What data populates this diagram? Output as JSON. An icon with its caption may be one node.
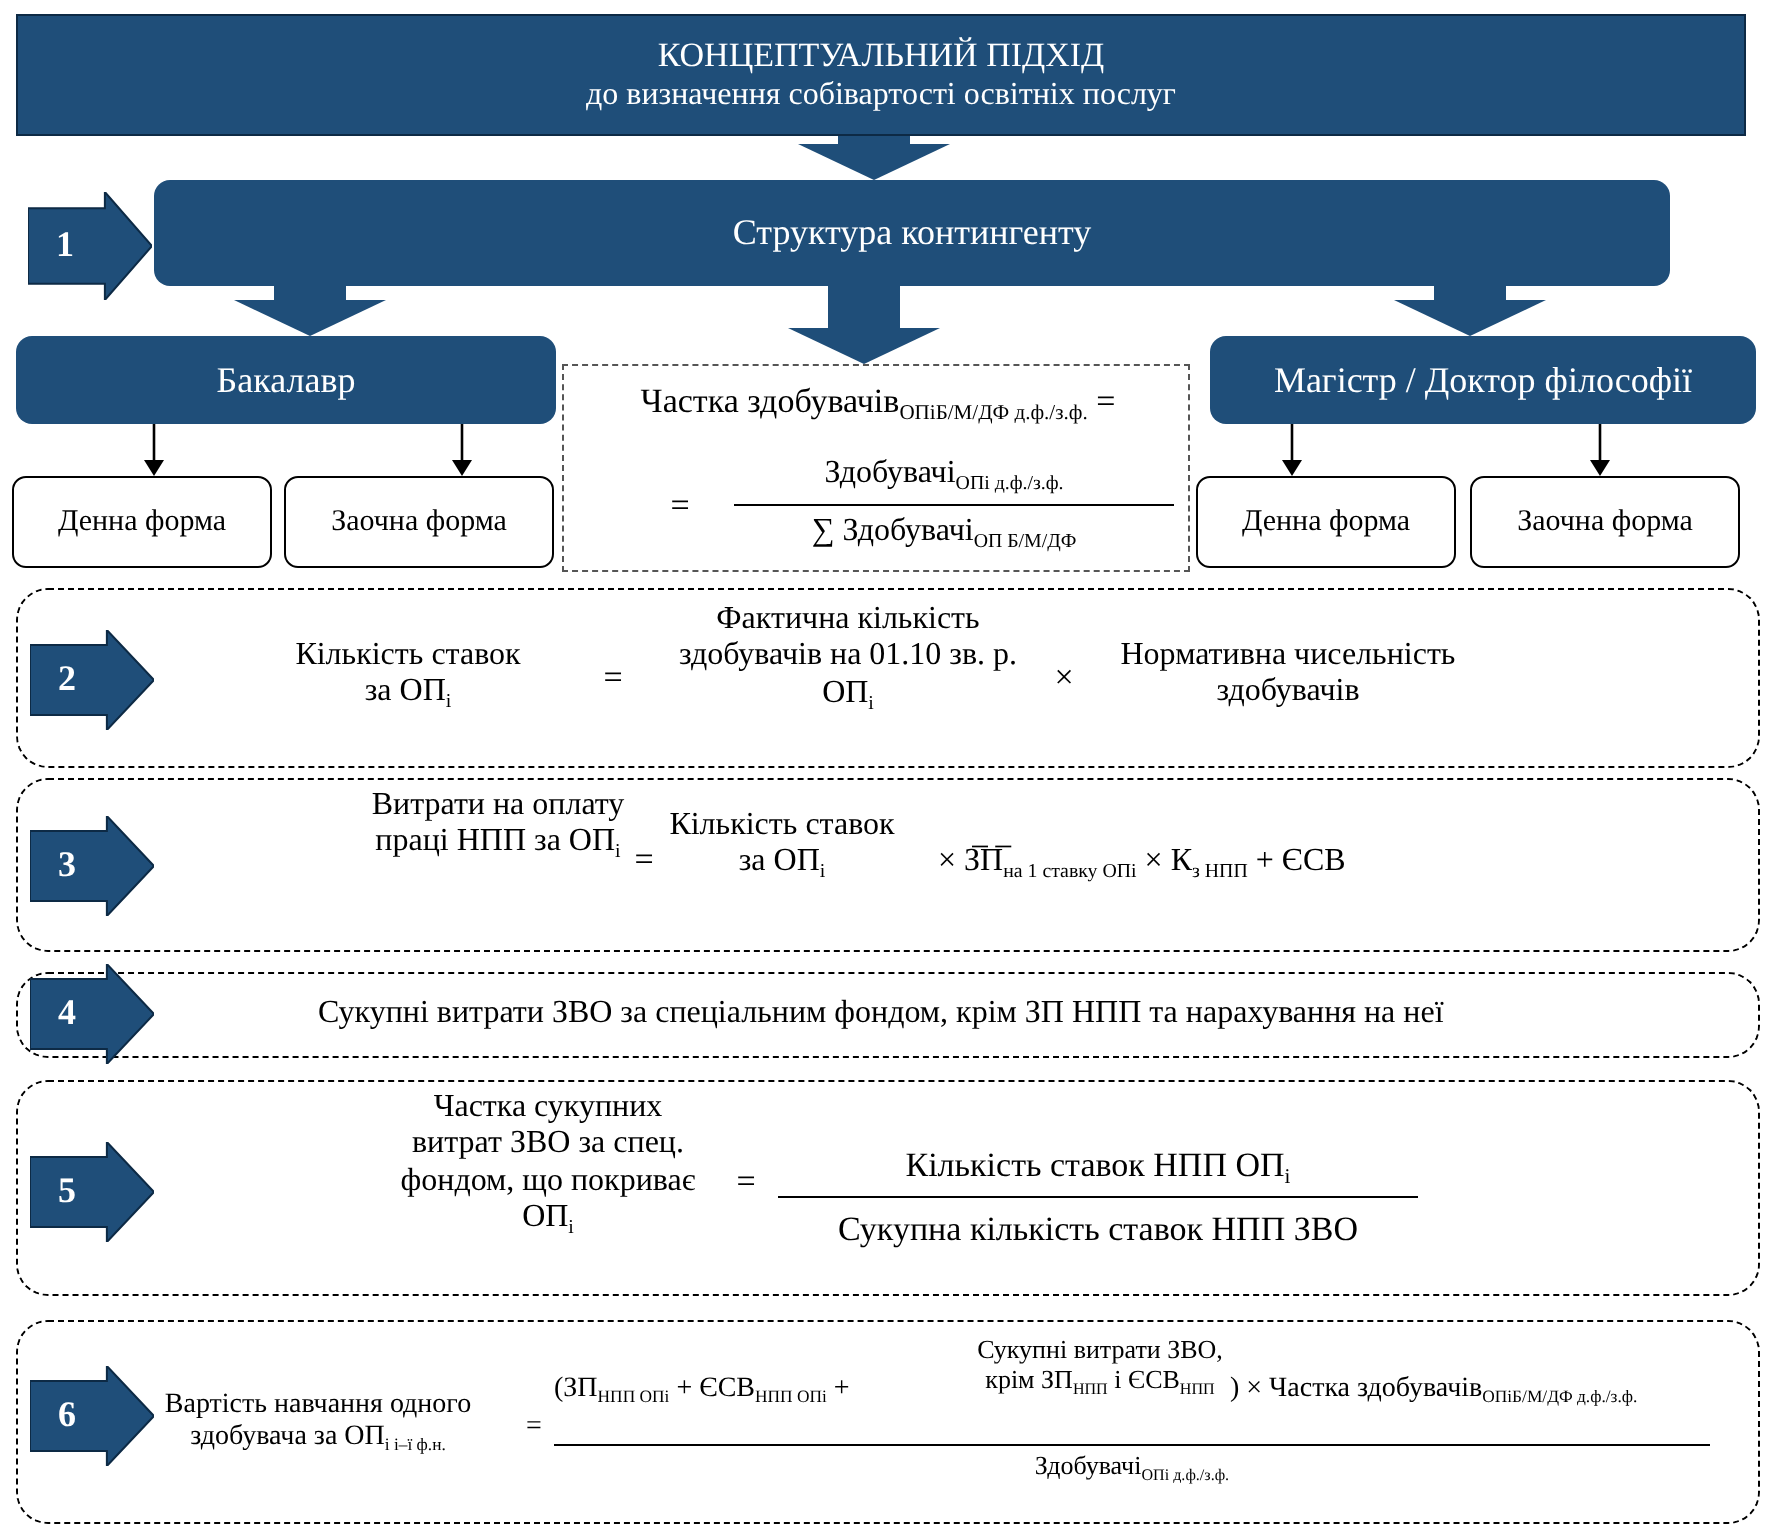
{
  "diagram": {
    "nodes": [
      {
        "text": [
          "КОНЦЕПТУАЛЬНИЙ ПІДХІД",
          "до визначення собівартості освітніх послуг"
        ]
      },
      {
        "text": [
          "1"
        ]
      },
      {
        "text": [
          "Структура контингенту"
        ]
      },
      {
        "text": [
          "Бакалавр"
        ]
      },
      {
        "text": [
          "Частка здобувачів$_{ОПіБ/М/ДФ д.ф./з.ф.}$ =",
          "=",
          "Здобувачі$_{ОПі д.ф./з.ф.}$",
          "∑ Здобувачі$_{ОП Б/М/ДФ}$"
        ]
      },
      {
        "text": [
          "Магістр / Доктор філософії"
        ]
      },
      {
        "text": [
          "Денна форма"
        ]
      },
      {
        "text": [
          "Заочна форма"
        ]
      },
      {
        "text": [
          "Денна форма"
        ]
      },
      {
        "text": [
          "Заочна форма"
        ]
      },
      {
        "text": [
          "Кількість ставок за ОП$_{і}$",
          "=",
          "Фактична кількість здобувачів на 01.10 зв. р. ОП$_{і}$",
          "×",
          "Нормативна чисельність здобувачів"
        ]
      },
      {
        "text": [
          "2"
        ],
        "in": 10
      },
      {
        "text": [
          "Витрати на оплату праці НПП за ОП$_{і}$",
          "=",
          "Кількість ставок за ОП$_{і}$",
          "× З̅П̅$_{на 1 ставку ОПі}$ × К$_{з НПП}$ + ЄСВ"
        ]
      },
      {
        "text": [
          "3"
        ],
        "in": 12
      },
      {
        "text": [
          "Сукупні витрати ЗВО за спеціальним фондом, крім ЗП НПП та нарахування на неї"
        ]
      },
      {
        "text": [
          "4"
        ],
        "in": 14
      },
      {
        "text": [
          "Частка сукупних витрат ЗВО за спец. фондом, що покриває ОП$_{і}$",
          "=",
          "Кількість ставок НПП ОП$_{і}$",
          "Сукупна кількість ставок НПП ЗВО"
        ]
      },
      {
        "text": [
          "5"
        ],
        "in": 16
      },
      {
        "text": [
          "Вартість навчання одного здобувача за ОП$_{і і–ї ф.н.}$",
          "=",
          "(ЗП$_{НПП ОПі}$ + ЄСВ$_{НПП ОПі}$ +",
          "Сукупні витрати ЗВО, крім ЗП$_{НПП}$ і ЄСВ$_{НПП}$",
          ") × Частка здобувачів$_{ОПіБ/М/ДФ д.ф./з.ф.}$",
          "Здобувачі$_{ОПі д.ф./з.ф.}$"
        ]
      },
      {
        "text": [
          "6"
        ],
        "in": 18
      }
    ],
    "edges": [
      {
        "from": 0,
        "to": 2,
        "arrow": "to",
        "style": "thick"
      },
      {
        "from": 2,
        "to": 3,
        "arrow": "to",
        "style": "thick"
      },
      {
        "from": 2,
        "to": 4,
        "arrow": "to",
        "style": "thick"
      },
      {
        "from": 2,
        "to": 5,
        "arrow": "to",
        "style": "thick"
      },
      {
        "from": 3,
        "to": 6,
        "arrow": "to",
        "color": "#000000"
      },
      {
        "from": 3,
        "to": 7,
        "arrow": "to",
        "color": "#000000"
      },
      {
        "from": 5,
        "to": 8,
        "arrow": "to",
        "color": "#000000"
      },
      {
        "from": 5,
        "to": 9,
        "arrow": "to",
        "color": "#000000"
      }
    ]
  }
}
